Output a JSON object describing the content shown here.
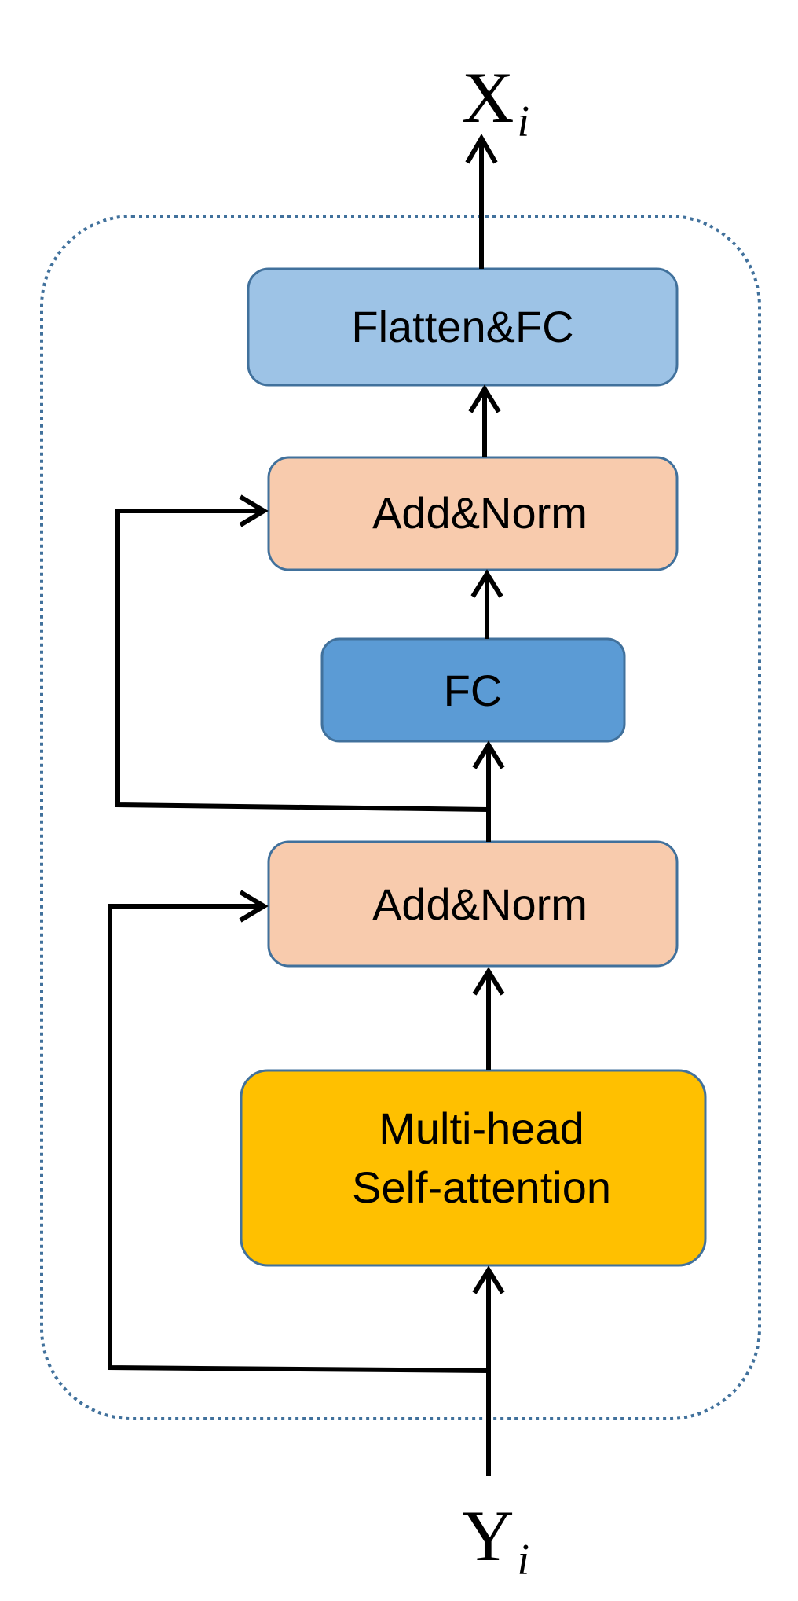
{
  "output_label": {
    "main": "X",
    "sub": "i"
  },
  "input_label": {
    "main": "Y",
    "sub": "i"
  },
  "blocks": {
    "flatten_fc": "Flatten&FC",
    "add_norm_top": "Add&Norm",
    "fc": "FC",
    "add_norm_bottom": "Add&Norm",
    "attention_line1": "Multi-head",
    "attention_line2": "Self-attention"
  },
  "colors": {
    "flatten_fc_fill": "#9dc3e6",
    "fc_fill": "#5b9bd5",
    "add_norm_fill": "#f8cbad",
    "attention_fill": "#ffc000",
    "box_stroke": "#41719c",
    "container_stroke": "#41719c"
  }
}
